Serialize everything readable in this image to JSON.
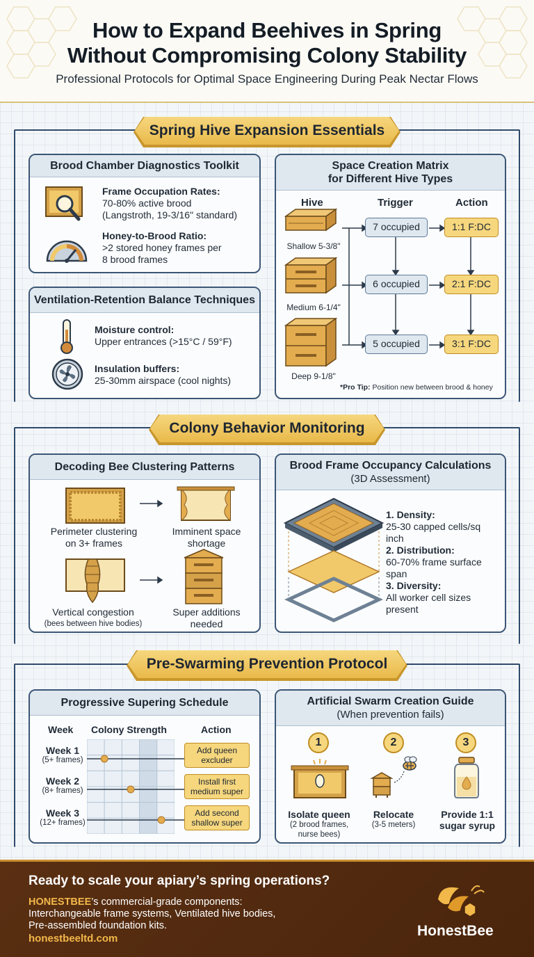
{
  "header": {
    "title_line1": "How to Expand Beehives in Spring",
    "title_line2": "Without Compromising Colony Stability",
    "subtitle": "Professional Protocols for Optimal Space Engineering During Peak Nectar Flows"
  },
  "section1": {
    "banner": "Spring Hive Expansion Essentials",
    "diagnostics": {
      "title": "Brood Chamber Diagnostics Toolkit",
      "items": [
        {
          "label": "Frame Occupation Rates:",
          "line1": "70-80% active brood",
          "line2": "(Langstroth, 19-3/16\" standard)",
          "icon": "frame-magnifier-icon"
        },
        {
          "label": "Honey-to-Brood Ratio:",
          "line1": ">2 stored honey frames per",
          "line2": "8 brood frames",
          "icon": "gauge-icon"
        }
      ]
    },
    "ventilation": {
      "title": "Ventilation-Retention Balance Techniques",
      "items": [
        {
          "label": "Moisture control:",
          "line1": "Upper entrances (>15°C / 59°F)",
          "icon": "thermometer-icon"
        },
        {
          "label": "Insulation buffers:",
          "line1": "25-30mm airspace (cool nights)",
          "icon": "fan-icon"
        }
      ]
    },
    "matrix": {
      "title_line1": "Space Creation Matrix",
      "title_line2": "for Different Hive Types",
      "col_hive": "Hive",
      "col_trigger": "Trigger",
      "col_action": "Action",
      "rows": [
        {
          "hive": "Shallow 5-3/8\"",
          "trigger": "7 occupied",
          "action": "1:1 F:DC"
        },
        {
          "hive": "Medium 6-1/4\"",
          "trigger": "6 occupied",
          "action": "2:1 F:DC"
        },
        {
          "hive": "Deep 9-1/8\"",
          "trigger": "5 occupied",
          "action": "3:1 F:DC"
        }
      ],
      "tip_label": "*Pro Tip:",
      "tip_text": " Position new between brood & honey"
    }
  },
  "section2": {
    "banner": "Colony Behavior Monitoring",
    "clustering": {
      "title": "Decoding Bee Clustering Patterns",
      "row1_left_line1": "Perimeter clustering",
      "row1_left_line2": "on 3+ frames",
      "row1_right_line1": "Imminent space",
      "row1_right_line2": "shortage",
      "row2_left_line1": "Vertical congestion",
      "row2_left_line2": "(bees between hive bodies)",
      "row2_right_line1": "Super additions",
      "row2_right_line2": "needed"
    },
    "occupancy": {
      "title_line1": "Brood Frame Occupancy Calculations",
      "title_line2": "(3D Assessment)",
      "items": [
        {
          "label": "1. Density:",
          "line1": "25-30 capped cells/sq",
          "line2": "inch"
        },
        {
          "label": "2. Distribution:",
          "line1": "60-70% frame surface",
          "line2": "span"
        },
        {
          "label": "3. Diversity:",
          "line1": "All worker cell sizes",
          "line2": "present"
        }
      ]
    }
  },
  "section3": {
    "banner": "Pre-Swarming Prevention Protocol",
    "schedule": {
      "title": "Progressive Supering Schedule",
      "col_week": "Week",
      "col_strength": "Colony Strength",
      "col_action": "Action",
      "rows": [
        {
          "week": "Week 1",
          "frames": "(5+ frames)",
          "action_line1": "Add queen",
          "action_line2": "excluder",
          "strength": 0.2
        },
        {
          "week": "Week 2",
          "frames": "(8+ frames)",
          "action_line1": "Install first",
          "action_line2": "medium super",
          "strength": 0.5
        },
        {
          "week": "Week 3",
          "frames": "(12+ frames)",
          "action_line1": "Add second",
          "action_line2": "shallow super",
          "strength": 0.85
        }
      ]
    },
    "swarm": {
      "title": "Artificial Swarm Creation Guide",
      "subtitle": "(When prevention fails)",
      "steps": [
        {
          "num": "1",
          "line1": "Isolate queen",
          "line2": "(2 brood frames,",
          "line3": "nurse bees)"
        },
        {
          "num": "2",
          "line1": "Relocate",
          "line2": "(3-5 meters)",
          "line3": ""
        },
        {
          "num": "3",
          "line1": "Provide 1:1",
          "line2": "sugar syrup",
          "line3": ""
        }
      ]
    }
  },
  "footer": {
    "cta": "Ready to scale your apiary’s spring operations?",
    "brand": "HONESTBEE",
    "body_line1": "’s commercial-grade components:",
    "body_line2": "Interchangeable frame systems, Ventilated hive bodies,",
    "body_line3": "Pre-assembled foundation kits.",
    "url": "honestbeeltd.com",
    "logo_text": "HonestBee"
  },
  "colors": {
    "gold": "#f6d77e",
    "gold_dark": "#c08c21",
    "navy": "#2f4a6b",
    "panel_head": "#dfe7ef",
    "footer_brown": "#4a250c"
  }
}
